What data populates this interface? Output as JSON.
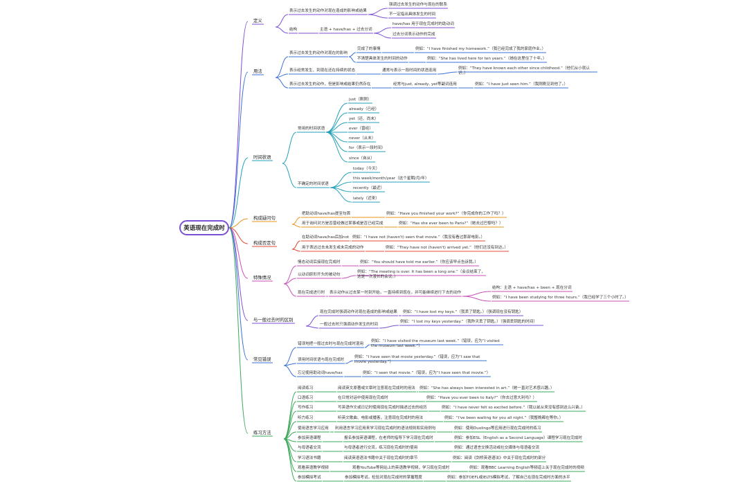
{
  "root": "英语现在完成时",
  "branches": [
    {
      "label": "定义",
      "color": "#7b4fd6",
      "items": [
        {
          "text": "表示过去发生的动作对现在造成的影响或结果",
          "children": [
            "强调过去发生的动作与现在的联系",
            "不一定指出具体发生的时间"
          ]
        },
        {
          "text": "结构",
          "children": [
            {
              "text": "主语 + have/has + 过去分词",
              "children": [
                "have/has 用于现在完成时的助动词",
                "过去分词表示动作的完成"
              ]
            }
          ]
        }
      ]
    },
    {
      "label": "用法",
      "color": "#3a6fd8",
      "items": [
        {
          "text": "表示过去发生的动作对现在的影响",
          "children": [
            {
              "text": "完成了的事情",
              "example": "例如：“I have finished my homework.”（我已经完成了我的家庭作业。）"
            },
            {
              "text": "不清楚具体发生的时间的动作",
              "example": "例如：“She has lived here for ten years.”（她在这里住了十年。）"
            }
          ]
        },
        {
          "text": "表示经常发生、到现在还在持续的状态",
          "children": [
            {
              "text": "通常与表示一段时间的状语连用",
              "example": "例如：“They have known each other since childhood.”（他们从小就认识。）"
            }
          ]
        },
        {
          "text": "表示过去发生的动作，但是影响或结果仍然存在",
          "children": [
            {
              "text": "经常与just, already, yet等副词连用",
              "example": "例如：“I have just seen him.”（我刚刚见到他了。）"
            }
          ]
        }
      ]
    },
    {
      "label": "时间状语",
      "color": "#22a0b8",
      "items": [
        {
          "text": "常用的时间状语",
          "children": [
            "just（刚刚）",
            "already（已经）",
            "yet（还、尚未）",
            "ever（曾经）",
            "never（从未）",
            "for（表示一段时间）",
            "since（自从）"
          ]
        },
        {
          "text": "不确定的时间状语",
          "children": [
            "today（今天）",
            "this week/month/year（这个星期/月/年）",
            "recently（最近）",
            "lately（近来）"
          ]
        }
      ]
    },
    {
      "label": "构成疑问句",
      "color": "#e8941a",
      "items": [
        {
          "text": "把助动词have/has提至句首",
          "example": "例如：“Have you finished your work?”（你完成你的工作了吗？）"
        },
        {
          "text": "用于询问对方是否曾经做过某事或是否已经完成",
          "example": "例如：“Has she ever been to Paris?”（她去过巴黎吗？）"
        }
      ]
    },
    {
      "label": "构成否定句",
      "color": "#e04a3a",
      "items": [
        {
          "text": "在助动词have/has后加not",
          "example": "例如：“I have not (haven't) seen that movie.”（我没有看过那部电影。）"
        },
        {
          "text": "用于表达过去未发生或未完成的动作",
          "example": "例如：“They have not (haven't) arrived yet.”（他们还没有到达。）"
        }
      ]
    },
    {
      "label": "特殊情况",
      "color": "#c84fb8",
      "items": [
        {
          "text": "情态动词后接现在完成时",
          "example": "例如：“You should have told me earlier.”（你应该早点告诉我。）"
        },
        {
          "text": "以动词原形开头的被动句",
          "example": "例如：“The meeting is over. It has been a long one.”（会议结束了，这是一次漫长的会议。）"
        },
        {
          "text": "现在完成进行时",
          "children": [
            {
              "text": "表示动作从过去某一时刻开始，一直持续到现在，并可能继续进行下去的动作",
              "children": [
                "结构：主语 + have/has + been + 现在分词",
                "例如：“I have been studying for three hours.”（我已经学了三个小时了。）"
              ]
            }
          ]
        }
      ]
    },
    {
      "label": "与一般过去时的区别",
      "color": "#7b4fd6",
      "items": [
        {
          "text": "现在完成时强调动作对现在造成的影响或结果",
          "example": "例如：“I have lost my keys.”（我丢了钥匙。）（强调现在没有钥匙）"
        },
        {
          "text": "一般过去时只强调动作发生的时间",
          "example": "例如：“I lost my keys yesterday.”（我昨天丢了钥匙。）（强调丢钥匙的时间）"
        }
      ]
    },
    {
      "label": "常见错误",
      "color": "#3a6fd8",
      "items": [
        {
          "text": "错误地把一般过去时与现在完成时混用",
          "example": "例如：“I have visited the museum last week.”（错误，应为“I visited the museum last week.”）"
        },
        {
          "text": "误用时间状语与现在完成时",
          "example": "例如：“I have seen that movie yesterday.”（错误，应为“I saw that movie yesterday.”）"
        },
        {
          "text": "忘记使用助动词have/has",
          "example": "例如：“I seen that movie.”（错误，应为“I have seen that movie.”）"
        }
      ]
    },
    {
      "label": "练习方法",
      "color": "#3aa858",
      "items": [
        {
          "text": "阅读练习",
          "sub": "阅读英文原著或文章时注意现在完成时的用法",
          "example": "例如：“She has always been interested in art.”（她一直对艺术感兴趣。）"
        },
        {
          "text": "口语练习",
          "sub": "在日常对话中使用现在完成时",
          "example": "例如：“Have you ever been to Italy?”（你去过意大利吗？）"
        },
        {
          "text": "写作练习",
          "sub": "写英语作文或日记时使用现在完成时描述过去的经历",
          "example": "例如：“I have never felt so excited before.”（我以前从来没有感到这么兴奋。）"
        },
        {
          "text": "听力练习",
          "sub": "听英文歌曲、电影或播客，注意现在完成时的用法",
          "example": "例如：“I've been waiting for you all night.”（我整晚都在等你。）"
        },
        {
          "text": "使用语言学习应用",
          "sub": "利用语言学习应用来学习现在完成时的语法规则和实用例句",
          "example": "例如：使用Duolingo等应用进行现在完成时的练习"
        },
        {
          "text": "参加英语课程",
          "sub": "报名参加英语课程，在老师的指导下学习现在完成时",
          "example": "例如：参加ESL（English as a Second Language）课程学习现在完成时"
        },
        {
          "text": "与母语者交流",
          "sub": "与母语者进行交流，练习现在完成时的使用",
          "example": "例如：通过语言交换活动或社交媒体与母语者交流"
        },
        {
          "text": "学习语法书籍",
          "sub": "阅读英语语法书籍中关于现在完成时的章节",
          "example": "例如：阅读《剑桥英语语法》中关于现在完成时的部分"
        },
        {
          "text": "观看英语教学视频",
          "sub": "观看YouTube等网站上的英语教学视频，学习现在完成时",
          "example": "例如：观看BBC Learning English等频道上关于现在完成时的视频"
        },
        {
          "text": "参加模拟考试",
          "sub": "参加模拟考试，检验对现在完成时的掌握程度",
          "example": "例如：参加TOEFL或IELTS模拟考试，了解自己在现在完成时方面的水平"
        }
      ]
    }
  ]
}
